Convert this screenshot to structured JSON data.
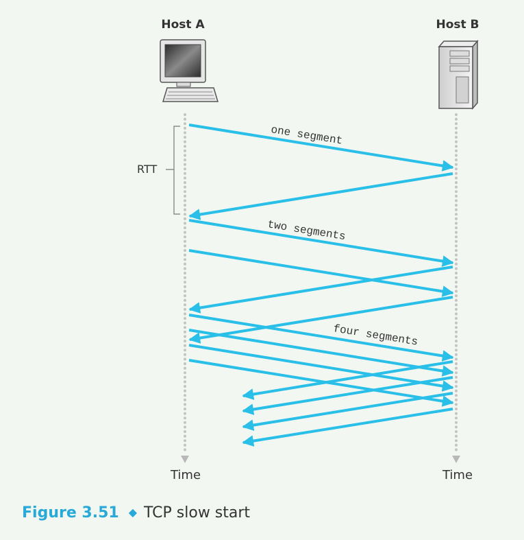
{
  "hosts": {
    "a_label": "Host A",
    "b_label": "Host B"
  },
  "time": {
    "a_label": "Time",
    "b_label": "Time"
  },
  "rtt_label": "RTT",
  "segments": {
    "one_label": "one segment",
    "two_label": "two segments",
    "four_label": "four segments"
  },
  "caption": {
    "figure": "Figure 3.51",
    "title": "TCP slow start"
  },
  "colors": {
    "arrow": "#29bfe8",
    "accent": "#29a9d8",
    "background": "#f2f8f1",
    "dots": "#c4c4c4"
  },
  "icons": {
    "host_a": "desktop-computer-icon",
    "host_b": "server-tower-icon"
  }
}
